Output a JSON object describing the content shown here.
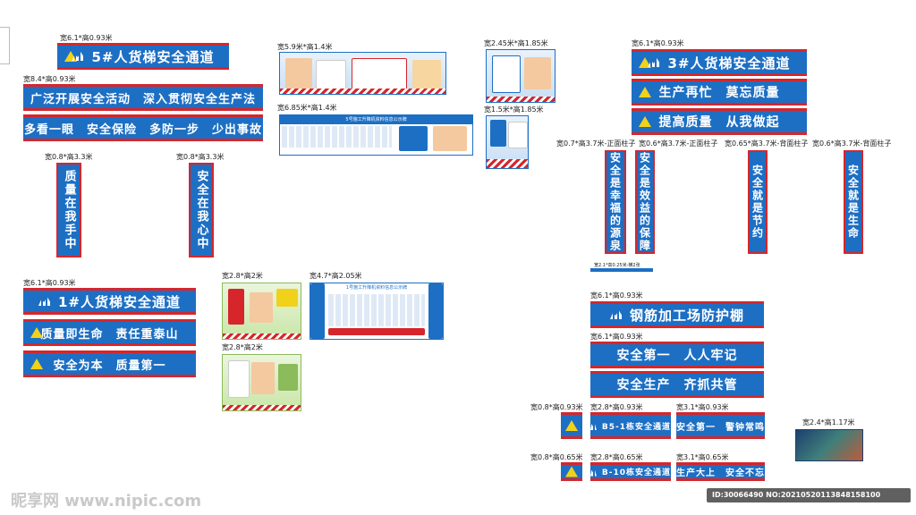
{
  "labels": {
    "b5": "宽6.1*高0.93米",
    "b84": "宽8.4*高0.93米",
    "p08a": "宽0.8*高3.3米",
    "p08b": "宽0.8*高3.3米",
    "s59": "宽5.9米*高1.4米",
    "s685": "宽6.85米*高1.4米",
    "s245": "宽2.45米*高1.85米",
    "s15": "宽1.5米*高1.85米",
    "b3": "宽6.1*高0.93米",
    "col1": "宽0.7*高3.7米-正面柱子",
    "col2": "宽0.6*高3.7米-正面柱子",
    "col3": "宽0.65*高3.7米-背面柱子",
    "col4": "宽0.6*高3.7米-背面柱子",
    "b1": "宽6.1*高0.93米",
    "s28a": "宽2.8*高2米",
    "s28b": "宽2.8*高2米",
    "s47": "宽4.7*高2.05米",
    "gj": "宽6.1*高0.93米",
    "aq": "宽6.1*高0.93米",
    "s08a": "宽0.8*高0.93米",
    "s28c": "宽2.8*高0.93米",
    "s31a": "宽3.1*高0.93米",
    "s08b": "宽0.8*高0.65米",
    "s28d": "宽2.8*高0.65米",
    "s31b": "宽3.1*高0.65米",
    "s24": "宽2.4*高1.17米",
    "tiny": "宽2.1*高0.25米-横2张"
  },
  "banners": {
    "b5": "5#人货梯安全通道",
    "b84a": "广泛开展安全活动　深入贯彻安全生产法",
    "b84b": "多看一眼　安全保险　多防一步　少出事故",
    "b3a": "3#人货梯安全通道",
    "b3b": "生产再忙　莫忘质量",
    "b3c": "提高质量　从我做起",
    "b1a": "1#人货梯安全通道",
    "b1b": "质量即生命　责任重泰山",
    "b1c": "安全为本　质量第一",
    "gj": "钢筋加工场防护棚",
    "aq1": "安全第一　人人牢记",
    "aq2": "安全生产　齐抓共管",
    "s28c": "B5-1栋安全通道",
    "s31a": "安全第一　警钟常鸣",
    "s28d": "B-10栋安全通道",
    "s31b": "生产大上　安全不忘"
  },
  "posts": {
    "p1": "质量在我手中",
    "p2": "安全在我心中",
    "c1": "安全是幸福的源泉",
    "c2": "安全是效益的保障",
    "c3": "安全就是节约",
    "c4": "安全就是生命"
  },
  "board_titles": {
    "s685": "5号施工升降机资料信息公示牌",
    "s47": "1号施工升降机资料信息公示牌"
  },
  "watermark": {
    "brand": "昵享网 www.nipic.com",
    "id": "ID:30066490 NO:20210520113848158100"
  },
  "colors": {
    "blue": "#1d6fc4",
    "red": "#d6262b",
    "yellow": "#f1d21a"
  }
}
